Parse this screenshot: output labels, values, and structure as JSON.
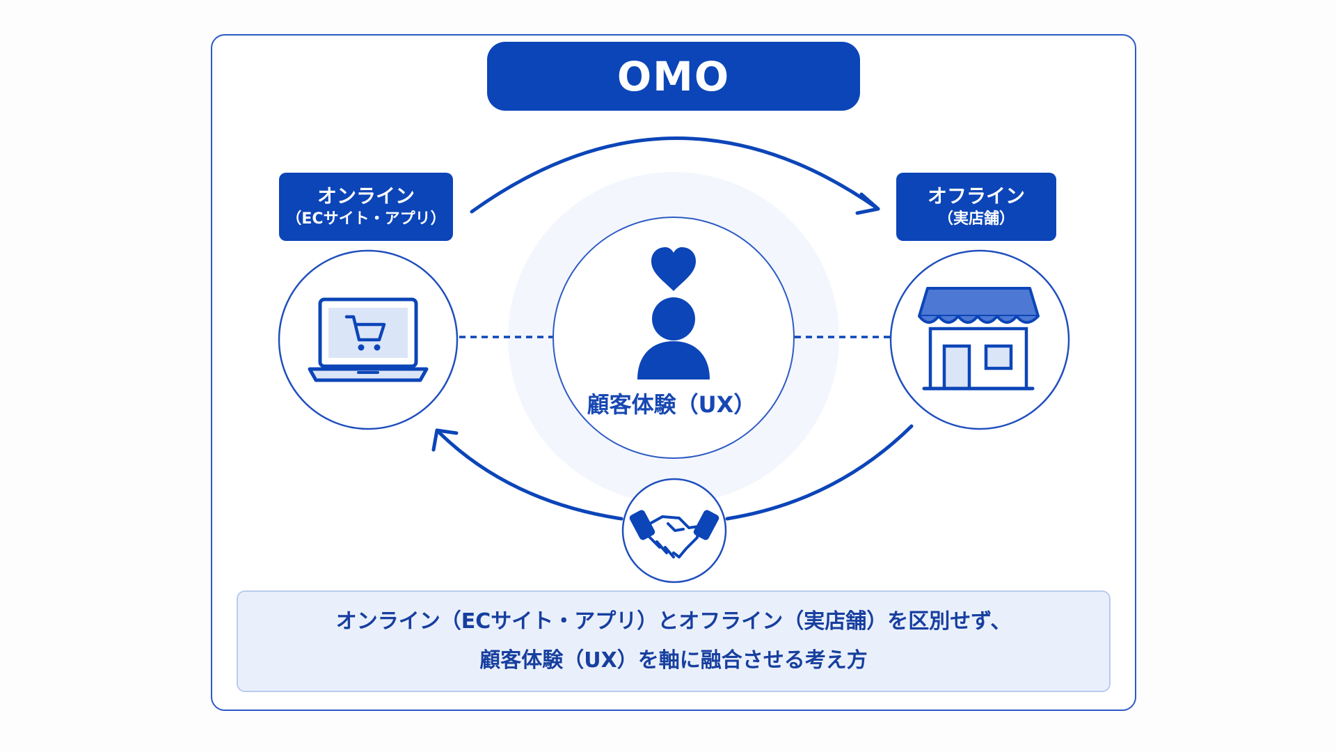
{
  "title": "OMO",
  "online": {
    "title": "オンライン",
    "subtitle": "（ECサイト・アプリ）",
    "icon": "laptop-cart-icon"
  },
  "offline": {
    "title": "オフライン",
    "subtitle": "（実店舗）",
    "icon": "storefront-icon"
  },
  "center": {
    "label": "顧客体験（UX）",
    "icons": [
      "heart-icon",
      "person-icon"
    ]
  },
  "bottom_icon": "handshake-icon",
  "summary": {
    "line1": "オンライン（ECサイト・アプリ）とオフライン（実店舗）を区別せず、",
    "line2": "顧客体験（UX）を軸に融合させる考え方"
  },
  "colors": {
    "primary": "#0c45b8",
    "accent": "#1747b2",
    "summary_bg": "#eaf0fb",
    "halo": "#f1f5fd"
  }
}
